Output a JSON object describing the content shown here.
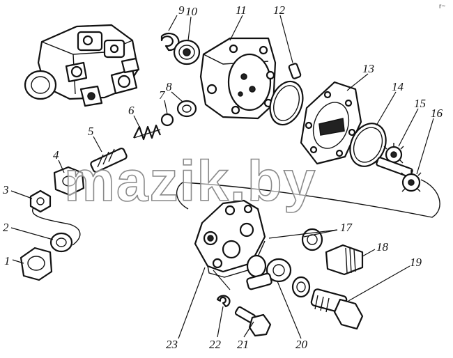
{
  "diagram": {
    "callouts": [
      "1",
      "2",
      "3",
      "4",
      "5",
      "6",
      "7",
      "8",
      "9",
      "10",
      "11",
      "12",
      "13",
      "14",
      "15",
      "16",
      "17",
      "18",
      "19",
      "20",
      "21",
      "22",
      "23"
    ],
    "watermark": "mazik.by",
    "corner_mark": "r~"
  }
}
